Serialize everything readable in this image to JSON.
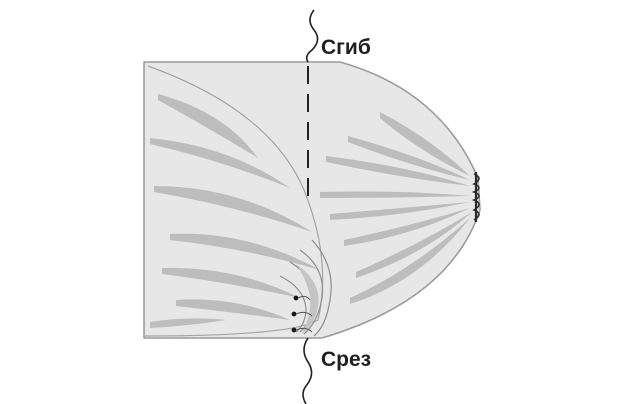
{
  "labels": {
    "fold": "Сгиб",
    "cut": "Срез"
  },
  "colors": {
    "fabric_fill": "#e7e7e7",
    "fabric_outline": "#9c9c9c",
    "fold_shade": "#bdbdbd",
    "fold_line": "#222222",
    "gather_stitch": "#2a2a2a",
    "label_text": "#1f1f1f"
  },
  "icons": {
    "pin_mark": "pin-dot",
    "wavy_break": "break-line"
  }
}
